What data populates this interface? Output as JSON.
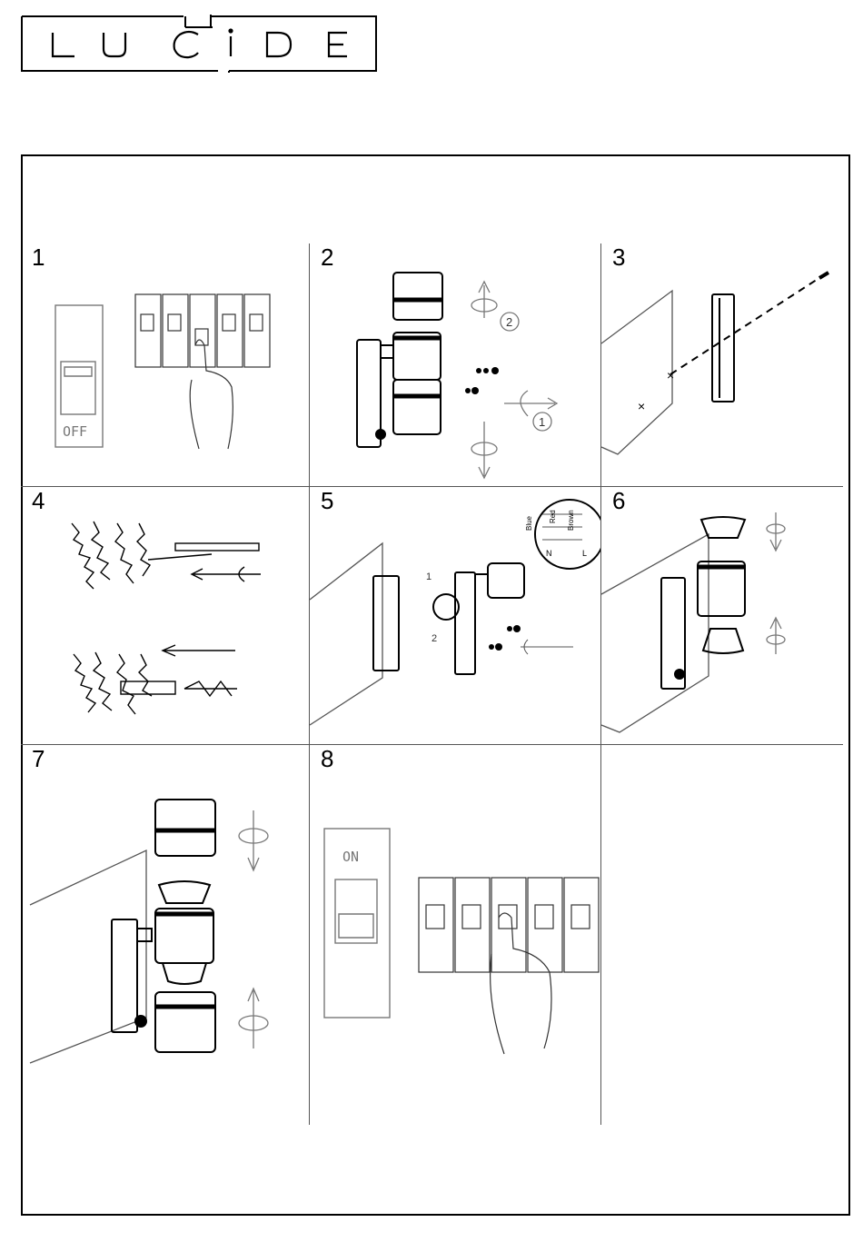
{
  "brand": {
    "logo_text": "LUCIDE"
  },
  "steps": [
    {
      "number": "1",
      "switch_label": "OFF"
    },
    {
      "number": "2",
      "rotation_markers": [
        "2",
        "1"
      ]
    },
    {
      "number": "3"
    },
    {
      "number": "4"
    },
    {
      "number": "5",
      "wiring_labels": [
        "Blue",
        "Brown",
        "Red",
        "N",
        "L"
      ],
      "markers": [
        "1",
        "2"
      ]
    },
    {
      "number": "6"
    },
    {
      "number": "7"
    },
    {
      "number": "8",
      "switch_label": "ON"
    }
  ],
  "colors": {
    "line": "#000000",
    "grid": "#555555",
    "muted": "#777777"
  }
}
